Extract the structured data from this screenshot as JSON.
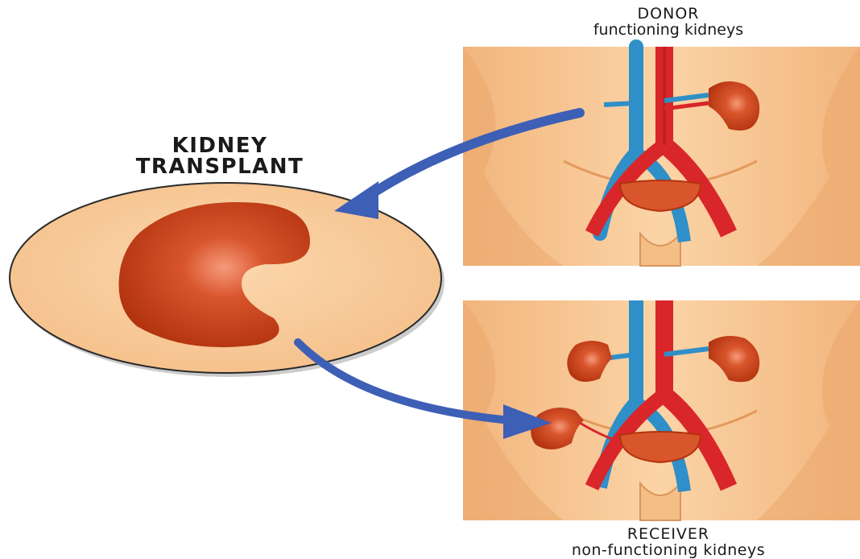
{
  "title": {
    "line1": "KIDNEY",
    "line2": "TRANSPLANT"
  },
  "donor": {
    "heading": "DONOR",
    "subheading": "functioning kidneys"
  },
  "receiver": {
    "heading": "RECEIVER",
    "subheading": "non-functioning kidneys"
  },
  "colors": {
    "skin": "#f7c48e",
    "skin_dark": "#e9a56a",
    "kidney": "#c9431b",
    "artery": "#d9262a",
    "vein": "#2f8fc8",
    "arrow": "#3d5fb5",
    "circle_fill": "#f8cf9d"
  }
}
